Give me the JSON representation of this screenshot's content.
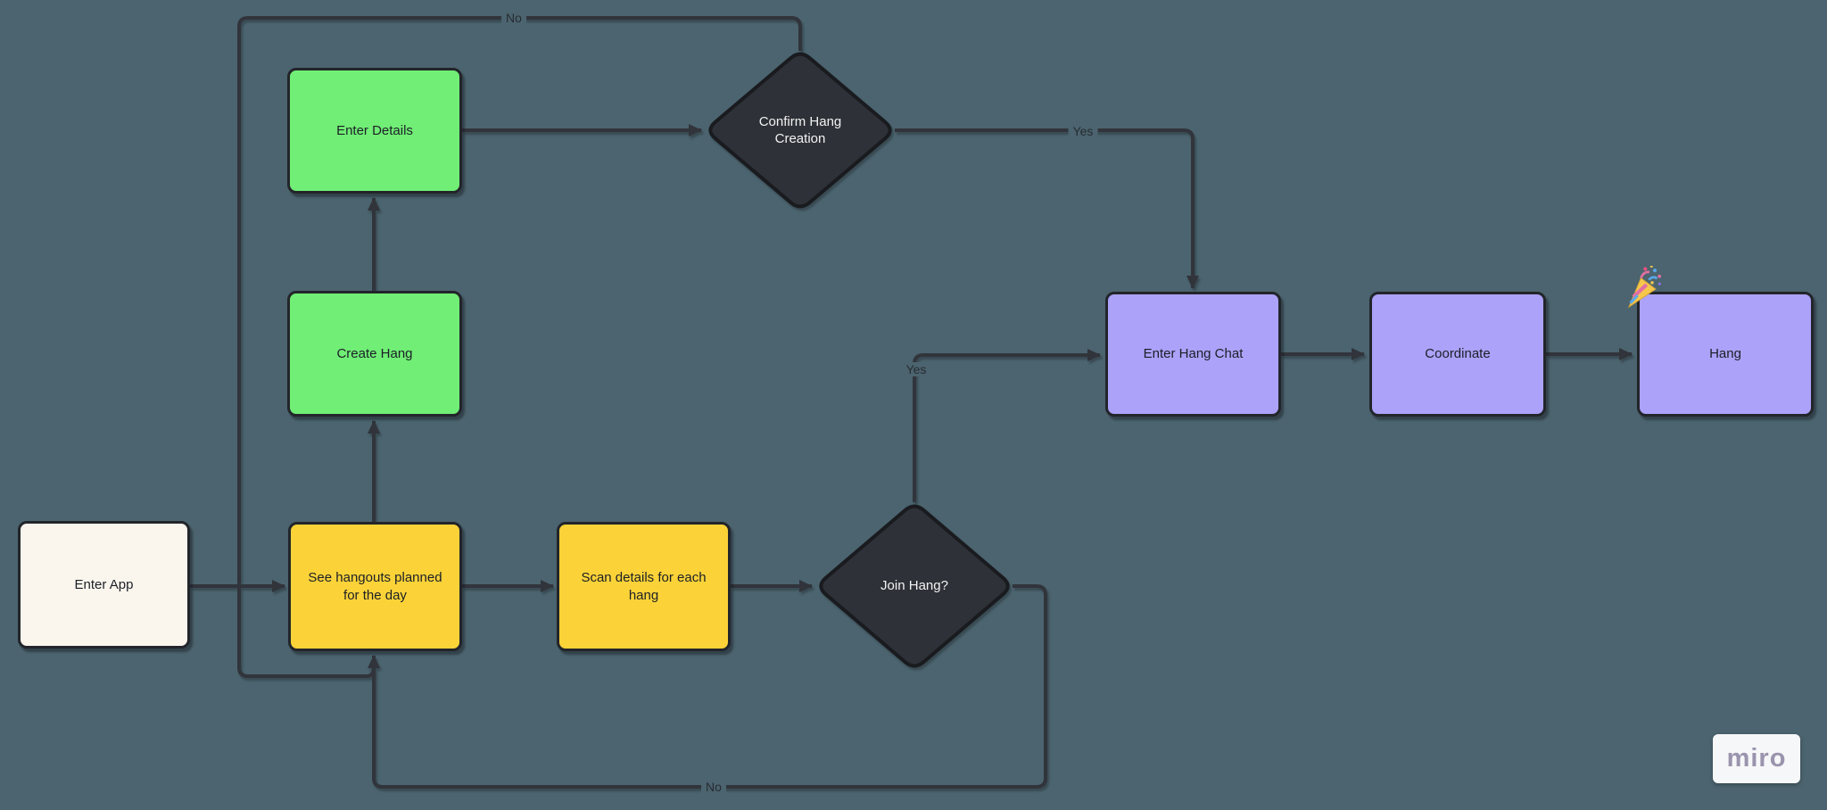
{
  "app": {
    "kind": "flowchart-whiteboard",
    "watermark_label": "miro"
  },
  "colors": {
    "canvas_background": "#4B646F",
    "connector": "#31343b",
    "node_border": "#22252a",
    "green_node": "#70EE75",
    "yellow_node": "#FBD338",
    "cream_node": "#FAF6ED",
    "purple_node": "#ACA2F9",
    "decision_node": "#2E3137",
    "decision_text": "#F2F2F2",
    "node_text": "#1C1F27",
    "watermark_text": "#9B94AE"
  },
  "nodes": {
    "enter_app": {
      "label": "Enter App",
      "type": "start",
      "fill": "#FAF6ED"
    },
    "see_hangouts": {
      "label": "See hangouts planned for the day",
      "type": "process",
      "fill": "#FBD338"
    },
    "scan_details": {
      "label": "Scan details for each hang",
      "type": "process",
      "fill": "#FBD338"
    },
    "create_hang": {
      "label": "Create Hang",
      "type": "process",
      "fill": "#70EE75"
    },
    "enter_details": {
      "label": "Enter Details",
      "type": "process",
      "fill": "#70EE75"
    },
    "confirm_hang_creation": {
      "label": "Confirm Hang Creation",
      "type": "decision",
      "fill": "#2E3137"
    },
    "join_hang": {
      "label": "Join Hang?",
      "type": "decision",
      "fill": "#2E3137"
    },
    "enter_hang_chat": {
      "label": "Enter Hang Chat",
      "type": "process",
      "fill": "#ACA2F9"
    },
    "coordinate": {
      "label": "Coordinate",
      "type": "process",
      "fill": "#ACA2F9"
    },
    "hang": {
      "label": "Hang",
      "type": "process",
      "fill": "#ACA2F9",
      "decoration": "party-popper-emoji"
    }
  },
  "edges": [
    {
      "from": "enter_app",
      "to": "see_hangouts",
      "label": ""
    },
    {
      "from": "see_hangouts",
      "to": "scan_details",
      "label": ""
    },
    {
      "from": "scan_details",
      "to": "join_hang",
      "label": ""
    },
    {
      "from": "see_hangouts",
      "to": "create_hang",
      "label": ""
    },
    {
      "from": "create_hang",
      "to": "enter_details",
      "label": ""
    },
    {
      "from": "enter_details",
      "to": "confirm_hang_creation",
      "label": ""
    },
    {
      "from": "confirm_hang_creation",
      "to": "enter_hang_chat",
      "label": "Yes"
    },
    {
      "from": "confirm_hang_creation",
      "to": "see_hangouts",
      "label": "No"
    },
    {
      "from": "join_hang",
      "to": "enter_hang_chat",
      "label": "Yes"
    },
    {
      "from": "join_hang",
      "to": "see_hangouts",
      "label": "No"
    },
    {
      "from": "enter_hang_chat",
      "to": "coordinate",
      "label": ""
    },
    {
      "from": "coordinate",
      "to": "hang",
      "label": ""
    }
  ]
}
